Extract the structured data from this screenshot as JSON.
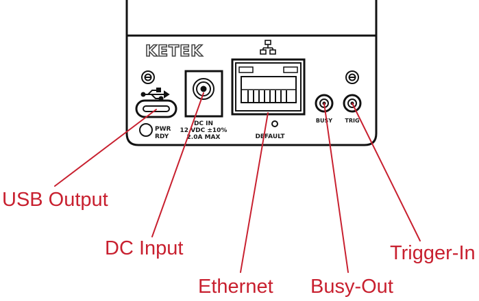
{
  "device": {
    "logo": "KETEK",
    "labels": {
      "pwr": "PWR",
      "rdy": "RDY",
      "dc_in_line1": "DC IN",
      "dc_in_line2": "12 VDC ±10%",
      "dc_in_line3": "2.0A MAX",
      "default": "DEFAULT",
      "busy": "BUSY",
      "trig": "TRIG"
    }
  },
  "callouts": {
    "usb_output": "USB Output",
    "dc_input": "DC Input",
    "ethernet": "Ethernet",
    "busy_out": "Busy-Out",
    "trigger_in": "Trigger-In"
  },
  "colors": {
    "callout_text": "#c8202f",
    "callout_line": "#c8202f",
    "device_stroke": "#111111"
  }
}
